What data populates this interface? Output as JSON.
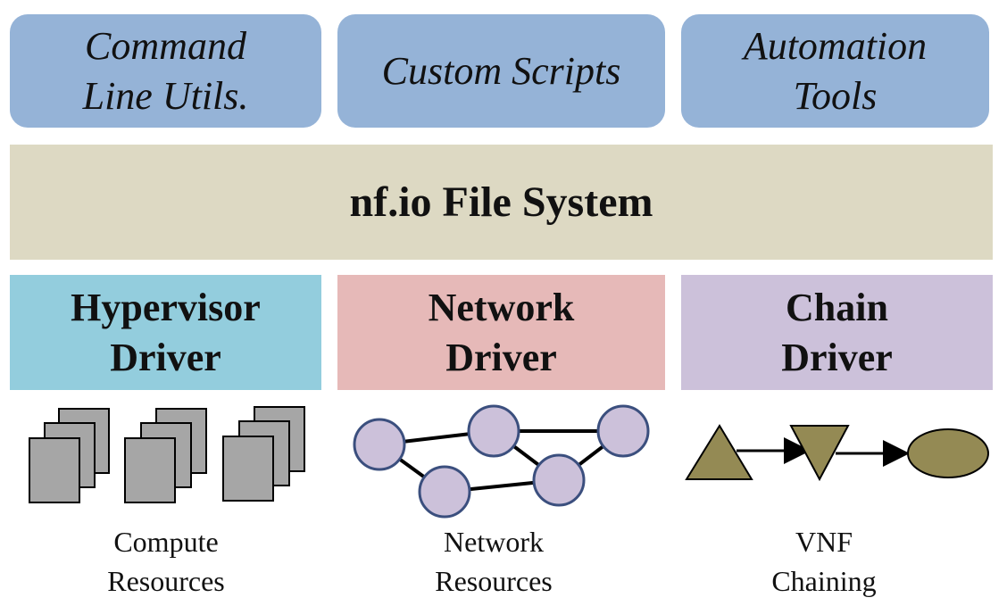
{
  "tools": [
    {
      "line1": "Command",
      "line2": "Line Utils."
    },
    {
      "line1": "Custom Scripts",
      "line2": ""
    },
    {
      "line1": "Automation",
      "line2": "Tools"
    }
  ],
  "file_system": {
    "label": "nf.io File System"
  },
  "drivers": [
    {
      "line1": "Hypervisor",
      "line2": "Driver",
      "color": "#93cddd"
    },
    {
      "line1": "Network",
      "line2": "Driver",
      "color": "#e6b9b8"
    },
    {
      "line1": "Chain",
      "line2": "Driver",
      "color": "#ccc1da"
    }
  ],
  "resources": [
    {
      "line1": "Compute",
      "line2": "Resources",
      "icon": "server-stack-icon"
    },
    {
      "line1": "Network",
      "line2": "Resources",
      "icon": "network-graph-icon"
    },
    {
      "line1": "VNF",
      "line2": "Chaining",
      "icon": "vnf-chain-icon"
    }
  ],
  "colors": {
    "tool_bg": "#95b3d7",
    "fs_bg": "#ddd9c3",
    "server_fill": "#a6a6a6",
    "node_fill": "#ccc1da",
    "node_stroke": "#3b4f7e",
    "vnf_fill": "#948a54"
  }
}
